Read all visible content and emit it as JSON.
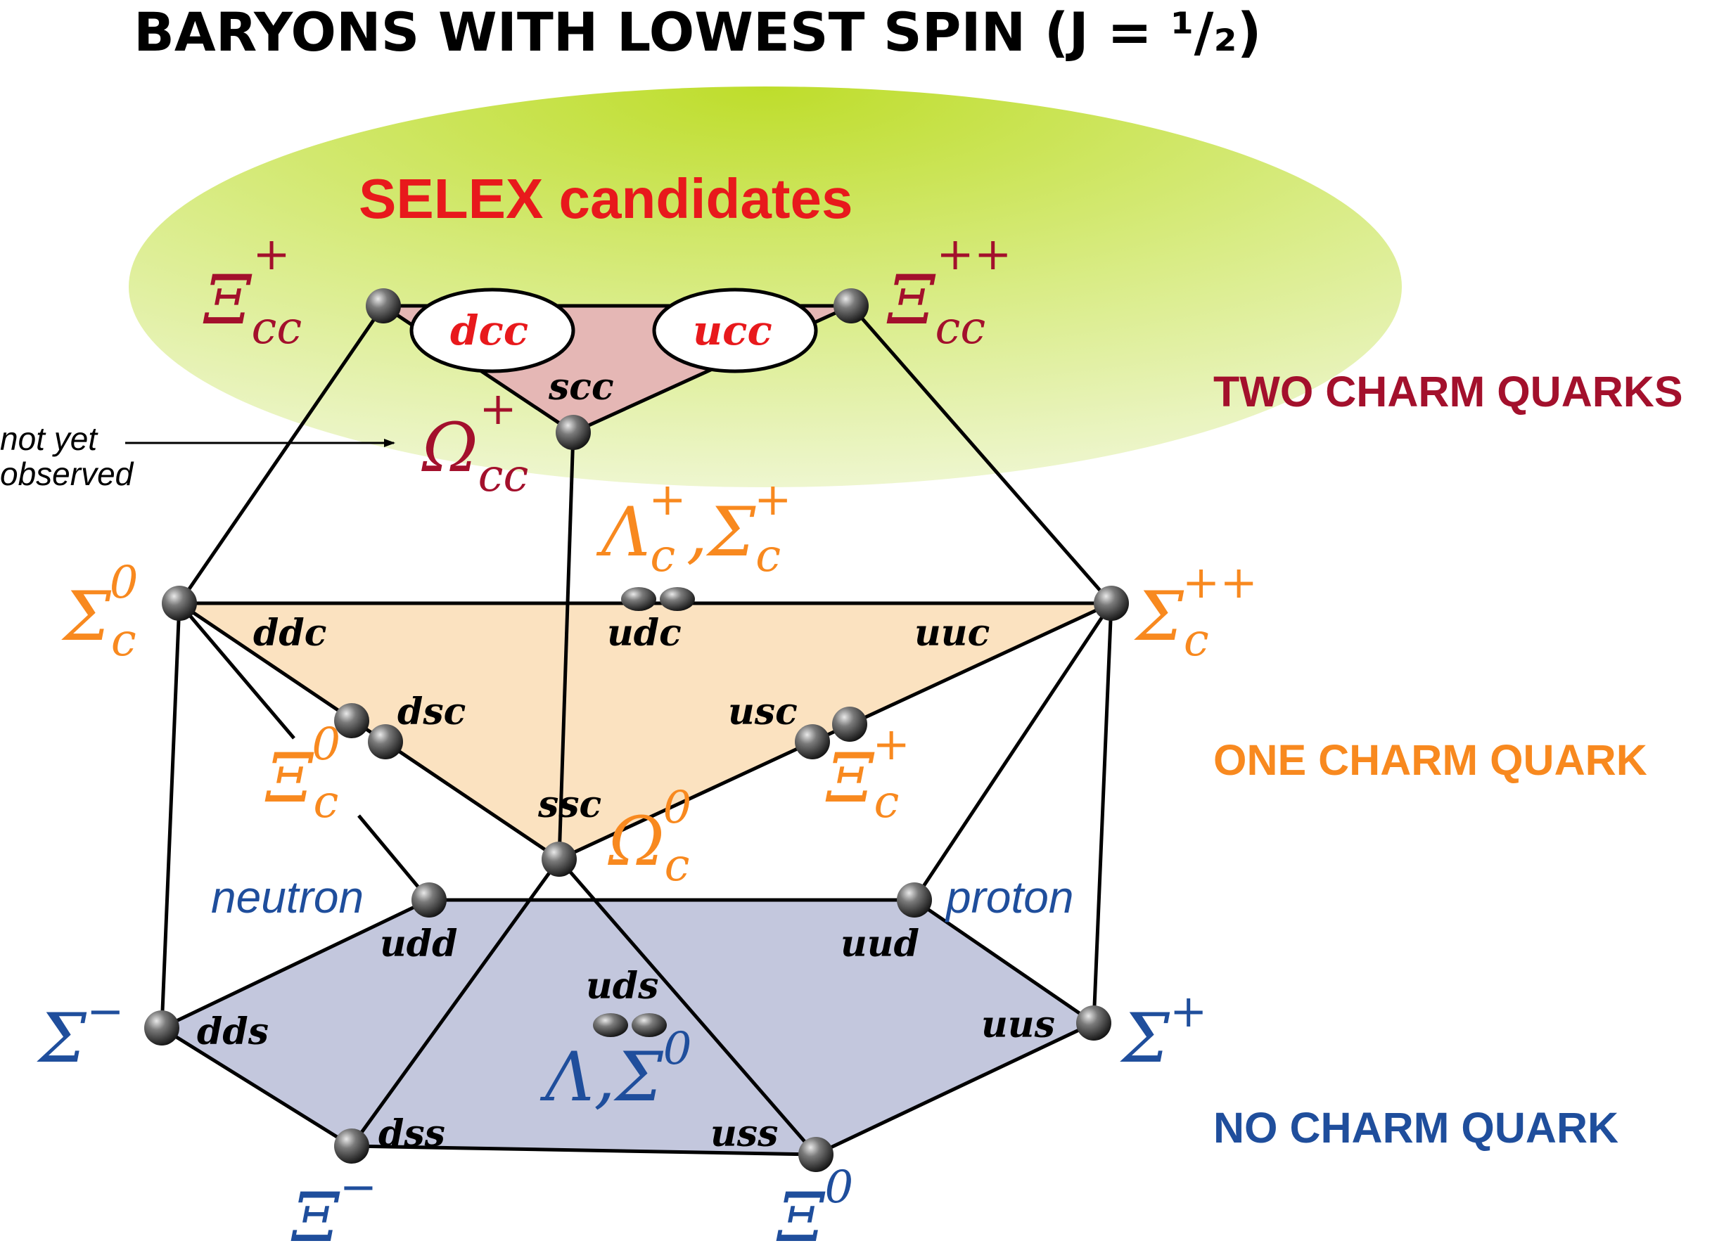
{
  "title": "BARYONS WITH LOWEST SPIN (J = ¹/₂)",
  "colors": {
    "two_charm": "#a3102c",
    "one_charm": "#f8891f",
    "no_charm": "#1f4e9c",
    "selex_text": "#e8191c",
    "top_triangle": "#e5b7b5",
    "mid_triangle": "#fbe2c0",
    "bottom_hexagon": "#c3c7dd",
    "selex_glow_center": "#bedd2b"
  },
  "selex": {
    "label": "SELEX candidates"
  },
  "layers": {
    "two_charm": "TWO CHARM QUARKS",
    "one_charm": "ONE CHARM QUARK",
    "no_charm": "NO CHARM QUARK"
  },
  "note": {
    "line1": "not yet",
    "line2": "observed"
  },
  "quarks": {
    "dcc": "dcc",
    "ucc": "ucc",
    "scc": "scc",
    "ddc": "ddc",
    "udc": "udc",
    "uuc": "uuc",
    "dsc": "dsc",
    "usc": "usc",
    "ssc": "ssc",
    "udd": "udd",
    "uud": "uud",
    "uds": "uds",
    "dds": "dds",
    "uus": "uus",
    "dss": "dss",
    "uss": "uss"
  },
  "particles": {
    "xi_cc_plus": {
      "symbol": "Ξ",
      "sub": "cc",
      "sup": "+"
    },
    "xi_cc_plusplus": {
      "symbol": "Ξ",
      "sub": "cc",
      "sup": "++"
    },
    "omega_cc_plus": {
      "symbol": "Ω",
      "sub": "cc",
      "sup": "+"
    },
    "lambda_sigma_c_plus": {
      "symbol1": "Λ",
      "sub1": "c",
      "sup1": "+",
      "sep": ",",
      "symbol2": "Σ",
      "sub2": "c",
      "sup2": "+"
    },
    "sigma_c_0": {
      "symbol": "Σ",
      "sub": "c",
      "sup": "0"
    },
    "sigma_c_plusplus": {
      "symbol": "Σ",
      "sub": "c",
      "sup": "++"
    },
    "xi_c_0": {
      "symbol": "Ξ",
      "sub": "c",
      "sup": "0"
    },
    "xi_c_plus": {
      "symbol": "Ξ",
      "sub": "c",
      "sup": "+"
    },
    "omega_c_0": {
      "symbol": "Ω",
      "sub": "c",
      "sup": "0"
    },
    "neutron": "neutron",
    "proton": "proton",
    "sigma_minus": {
      "symbol": "Σ",
      "sup": "−"
    },
    "sigma_plus": {
      "symbol": "Σ",
      "sup": "+"
    },
    "lambda_sigma_0": {
      "symbol1": "Λ",
      "sep": ",",
      "symbol2": "Σ",
      "sup2": "0"
    },
    "xi_minus": {
      "symbol": "Ξ",
      "sup": "−"
    },
    "xi_0": {
      "symbol": "Ξ",
      "sup": "0"
    }
  }
}
